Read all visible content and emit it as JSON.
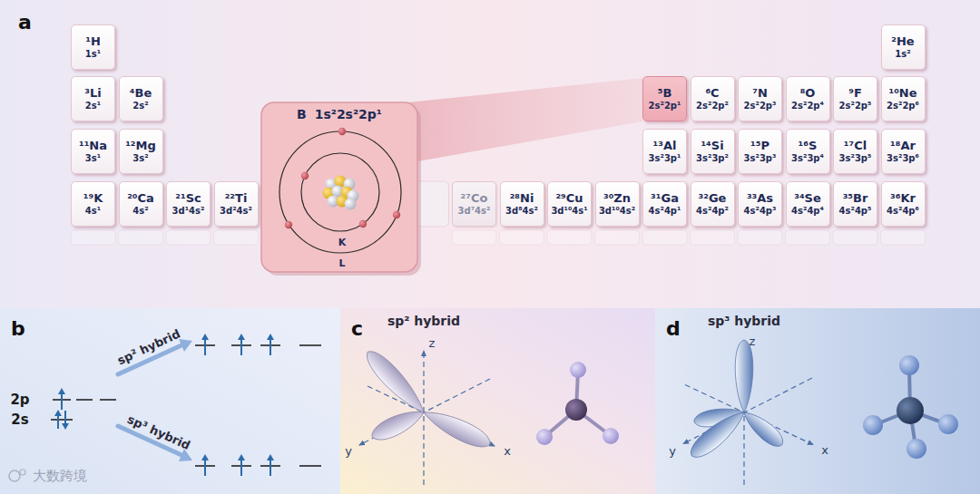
{
  "diagram": {
    "nodes": [
      {
        "text": [
          "a"
        ]
      },
      {
        "text": [
          "¹H",
          "1s¹"
        ],
        "in": 0
      },
      {
        "text": [
          "²He",
          "1s²"
        ],
        "in": 0
      },
      {
        "text": [
          "³Li",
          "2s¹"
        ],
        "in": 0
      },
      {
        "text": [
          "⁴Be",
          "2s²"
        ],
        "in": 0
      },
      {
        "text": [
          "⁵B",
          "2s²2p¹"
        ],
        "in": 0
      },
      {
        "text": [
          "⁶C",
          "2s²2p²"
        ],
        "in": 0
      },
      {
        "text": [
          "⁷N",
          "2s²2p³"
        ],
        "in": 0
      },
      {
        "text": [
          "⁸O",
          "2s²2p⁴"
        ],
        "in": 0
      },
      {
        "text": [
          "⁹F",
          "2s²2p⁵"
        ],
        "in": 0
      },
      {
        "text": [
          "¹⁰Ne",
          "2s²2p⁶"
        ],
        "in": 0
      },
      {
        "text": [
          "¹¹Na",
          "3s¹"
        ],
        "in": 0
      },
      {
        "text": [
          "¹²Mg",
          "3s²"
        ],
        "in": 0
      },
      {
        "text": [
          "¹³Al",
          "3s²3p¹"
        ],
        "in": 0
      },
      {
        "text": [
          "¹⁴Si",
          "3s²3p²"
        ],
        "in": 0
      },
      {
        "text": [
          "¹⁵P",
          "3s²3p³"
        ],
        "in": 0
      },
      {
        "text": [
          "¹⁶S",
          "3s²3p⁴"
        ],
        "in": 0
      },
      {
        "text": [
          "¹⁷Cl",
          "3s²3p⁵"
        ],
        "in": 0
      },
      {
        "text": [
          "¹⁸Ar",
          "3s²3p⁶"
        ],
        "in": 0
      },
      {
        "text": [
          "¹⁹K",
          "4s¹"
        ],
        "in": 0
      },
      {
        "text": [
          "²⁰Ca",
          "4s²"
        ],
        "in": 0
      },
      {
        "text": [
          "²¹Sc",
          "3d¹4s²"
        ],
        "in": 0
      },
      {
        "text": [
          "²²Ti",
          "3d²4s²"
        ],
        "in": 0
      },
      {
        "text": [
          "²⁷Co",
          "3d⁷4s²"
        ],
        "in": 0
      },
      {
        "text": [
          "²⁸Ni",
          "3d⁸4s²"
        ],
        "in": 0
      },
      {
        "text": [
          "²⁹Cu",
          "3d¹⁰4s¹"
        ],
        "in": 0
      },
      {
        "text": [
          "³⁰Zn",
          "3d¹⁰4s²"
        ],
        "in": 0
      },
      {
        "text": [
          "³¹Ga",
          "4s²4p¹"
        ],
        "in": 0
      },
      {
        "text": [
          "³²Ge",
          "4s²4p²"
        ],
        "in": 0
      },
      {
        "text": [
          "³³As",
          "4s²4p³"
        ],
        "in": 0
      },
      {
        "text": [
          "³⁴Se",
          "4s²4p⁴"
        ],
        "in": 0
      },
      {
        "text": [
          "³⁵Br",
          "4s²4p⁵"
        ],
        "in": 0
      },
      {
        "text": [
          "³⁶Kr",
          "4s²4p⁶"
        ],
        "in": 0
      },
      {
        "text": [
          "B",
          "1s²2s²2p¹"
        ],
        "in": 0
      },
      {
        "text": [
          "b"
        ]
      },
      {
        "text": [
          "c",
          "sp² hybrid"
        ]
      },
      {
        "text": [
          "d",
          "sp³ hybrid"
        ]
      }
    ],
    "labels": [
      "2p",
      "2s",
      "sp² hybrid",
      "sp³ hybrid",
      "z",
      "y",
      "x",
      "z",
      "y",
      "x",
      "K",
      "L",
      "大数跨境"
    ]
  }
}
